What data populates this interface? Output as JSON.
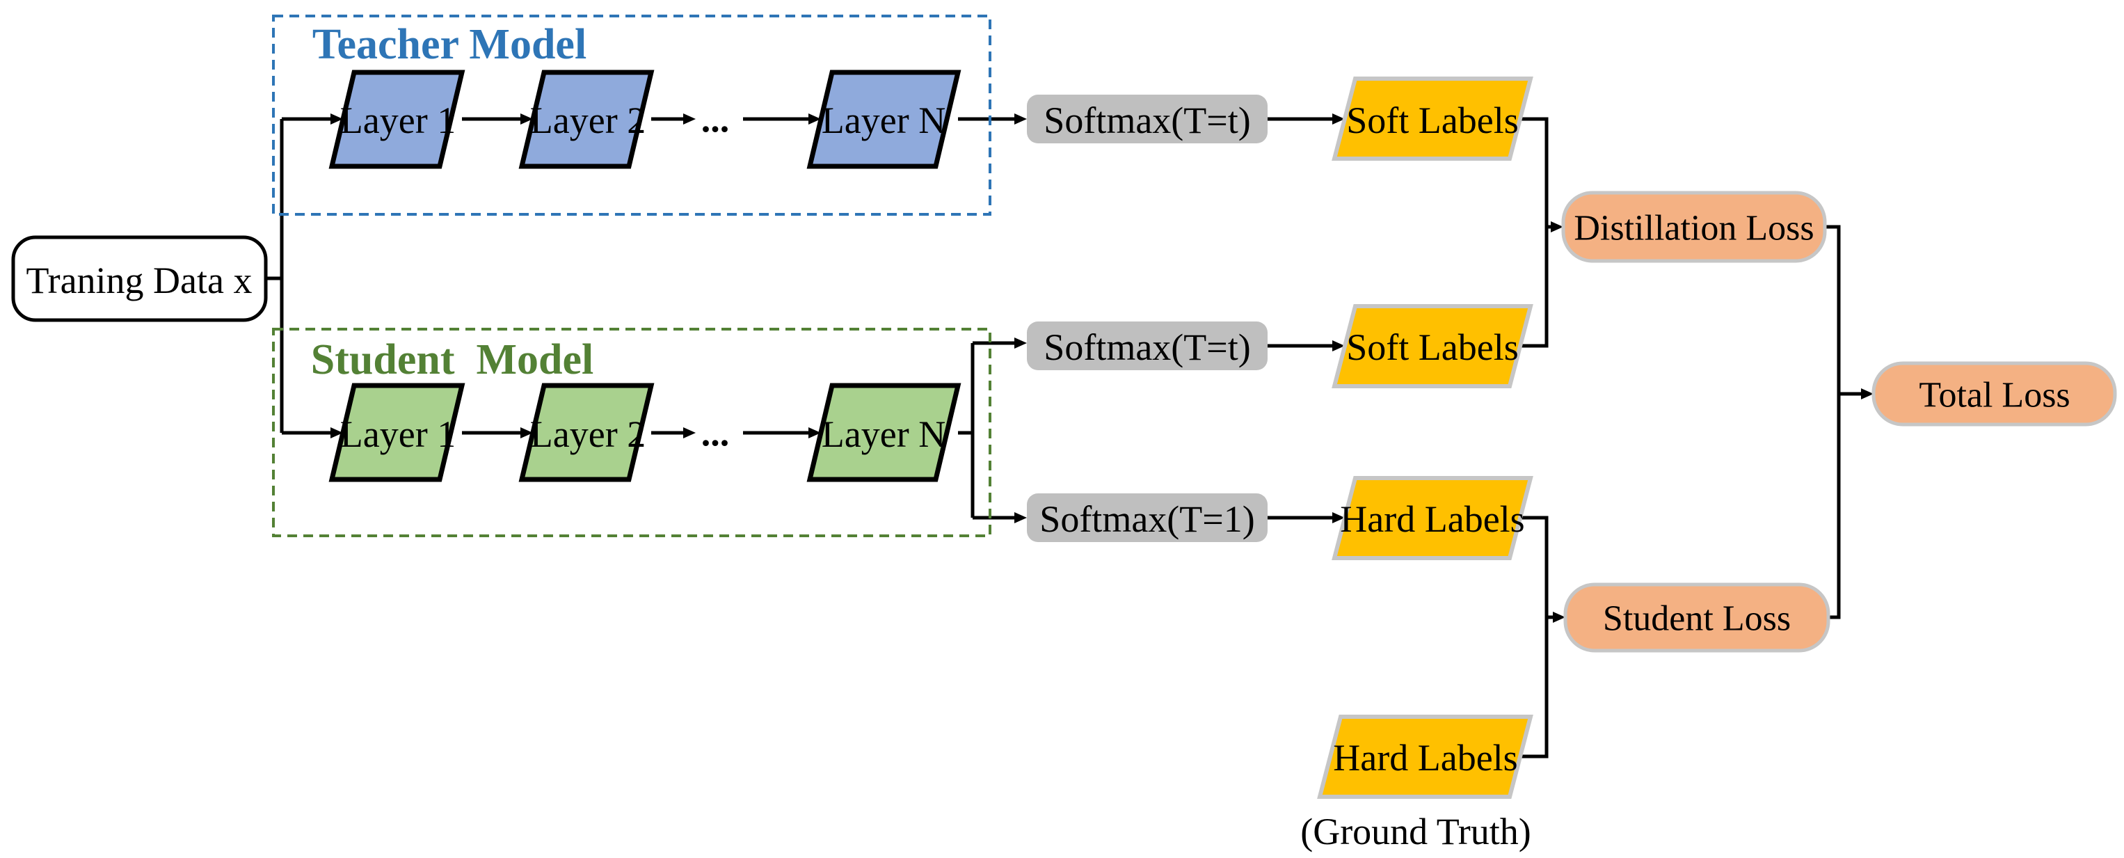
{
  "diagram": {
    "training_data": {
      "label": "Traning Data x"
    },
    "teacher": {
      "title": "Teacher Model",
      "layers": [
        "Layer 1",
        "Layer 2",
        "Layer N"
      ],
      "ellipsis": "..."
    },
    "student": {
      "title": "Student  Model",
      "layers": [
        "Layer 1",
        "Layer 2",
        "Layer N"
      ],
      "ellipsis": "..."
    },
    "softmax": {
      "teacher_t": "Softmax(T=t)",
      "student_t": "Softmax(T=t)",
      "student_1": "Softmax(T=1)"
    },
    "labels": {
      "teacher_soft": "Soft Labels",
      "student_soft": "Soft Labels",
      "student_hard": "Hard Labels",
      "ground_truth_hard": "Hard Labels",
      "ground_truth_caption": "(Ground Truth)"
    },
    "losses": {
      "distillation": "Distillation Loss",
      "student": "Student Loss",
      "total": "Total Loss"
    },
    "colors": {
      "teacher_accent": "#2E75B6",
      "student_accent": "#538135",
      "teacher_layer_fill": "#8FAADC",
      "student_layer_fill": "#A9D18E",
      "label_fill": "#FFC000",
      "softmax_fill": "#BFBFBF",
      "loss_fill": "#F4B183",
      "gray_border": "#C6C6C6",
      "line": "#000000"
    }
  }
}
